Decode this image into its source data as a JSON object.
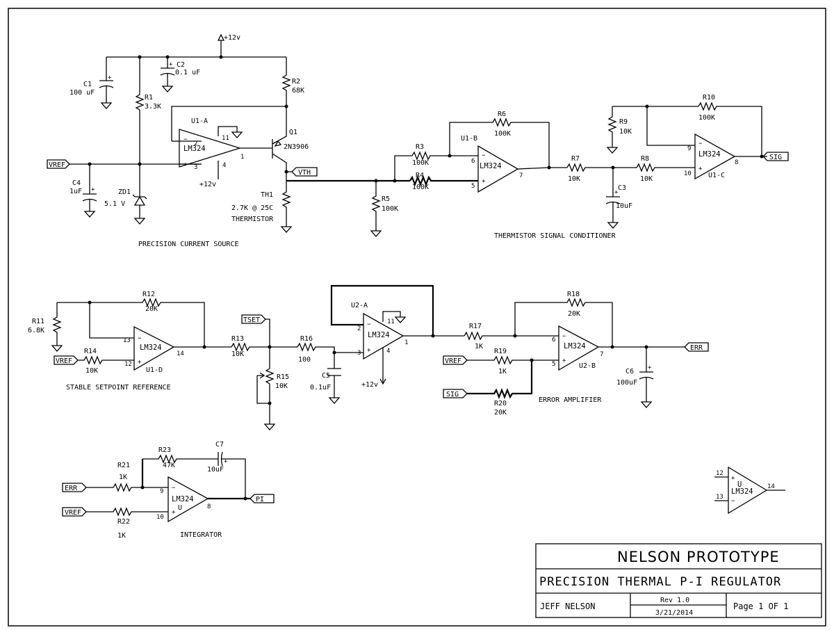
{
  "title_block": {
    "company": "NELSON PROTOTYPE",
    "title": "PRECISION THERMAL P-I REGULATOR",
    "author": "JEFF NELSON",
    "rev": "Rev 1.0",
    "date": "3/21/2014",
    "page": "Page 1 OF 1"
  },
  "section_labels": {
    "current_source": "PRECISION CURRENT SOURCE",
    "signal_conditioner": "THERMISTOR SIGNAL CONDITIONER",
    "setpoint": "STABLE SETPOINT REFERENCE",
    "error_amp": "ERROR AMPLIFIER",
    "integrator": "INTEGRATOR"
  },
  "ports": {
    "vref": "VREF",
    "vth": "VTH",
    "sig": "SIG",
    "tset": "TSET",
    "err": "ERR",
    "pi": "PI"
  },
  "power": {
    "v12": "+12v",
    "v12_alt": "+12v"
  },
  "components": {
    "C1": {
      "ref": "C1",
      "val": "100 uF"
    },
    "C2": {
      "ref": "C2",
      "val": "0.1 uF"
    },
    "C3": {
      "ref": "C3",
      "val": "10uF"
    },
    "C4": {
      "ref": "C4",
      "val": "1uF"
    },
    "C5": {
      "ref": "C5",
      "val": "0.1uF"
    },
    "C6": {
      "ref": "C6",
      "val": "100uF"
    },
    "C7": {
      "ref": "C7",
      "val": "10uF"
    },
    "R1": {
      "ref": "R1",
      "val": "3.3K"
    },
    "R2": {
      "ref": "R2",
      "val": "68K"
    },
    "R3": {
      "ref": "R3",
      "val": "100K"
    },
    "R4": {
      "ref": "R4",
      "val": "100K"
    },
    "R5": {
      "ref": "R5",
      "val": "100K"
    },
    "R6": {
      "ref": "R6",
      "val": "100K"
    },
    "R7": {
      "ref": "R7",
      "val": "10K"
    },
    "R8": {
      "ref": "R8",
      "val": "10K"
    },
    "R9": {
      "ref": "R9",
      "val": "10K"
    },
    "R10": {
      "ref": "R10",
      "val": "100K"
    },
    "R11": {
      "ref": "R11",
      "val": "6.8K"
    },
    "R12": {
      "ref": "R12",
      "val": "20K"
    },
    "R13": {
      "ref": "R13",
      "val": "10K"
    },
    "R14": {
      "ref": "R14",
      "val": "10K"
    },
    "R15": {
      "ref": "R15",
      "val": "10K"
    },
    "R16": {
      "ref": "R16",
      "val": "100"
    },
    "R17": {
      "ref": "R17",
      "val": "1K"
    },
    "R18": {
      "ref": "R18",
      "val": "20K"
    },
    "R19": {
      "ref": "R19",
      "val": "1K"
    },
    "R20": {
      "ref": "R20",
      "val": "20K"
    },
    "R21": {
      "ref": "R21",
      "val": "1K"
    },
    "R22": {
      "ref": "R22",
      "val": "1K"
    },
    "R23": {
      "ref": "R23",
      "val": "47K"
    },
    "ZD1": {
      "ref": "ZD1",
      "val": "5.1 V"
    },
    "Q1": {
      "ref": "Q1",
      "val": "2N3906"
    },
    "TH1": {
      "ref": "TH1",
      "val": "2.7K @ 25C",
      "type": "THERMISTOR"
    }
  },
  "opamps": {
    "U1A": {
      "ref": "U1-A",
      "part": "LM324"
    },
    "U1B": {
      "ref": "U1-B",
      "part": "LM324"
    },
    "U1C": {
      "ref": "U1-C",
      "part": "LM324"
    },
    "U1D": {
      "ref": "U1-D",
      "part": "LM324"
    },
    "U2A": {
      "ref": "U2-A",
      "part": "LM324"
    },
    "U2B": {
      "ref": "U2-B",
      "part": "LM324"
    },
    "UI": {
      "ref": "U",
      "part": "LM324"
    },
    "UL": {
      "ref": "U",
      "part": "LM324"
    }
  },
  "pins": {
    "p1": "1",
    "p2": "2",
    "p3": "3",
    "p4": "4",
    "p5": "5",
    "p6": "6",
    "p7": "7",
    "p8": "8",
    "p9": "9",
    "p10": "10",
    "p11": "11",
    "p12": "12",
    "p13": "13",
    "p14": "14",
    "minus": "−",
    "plus": "+"
  }
}
